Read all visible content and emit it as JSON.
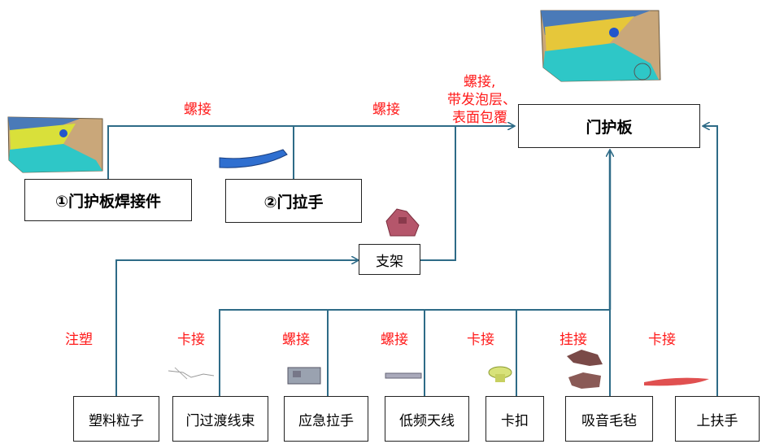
{
  "boxes": {
    "main": "门护板",
    "weld": "①门护板焊接件",
    "handle": "②门拉手",
    "bracket": "支架",
    "pellets": "塑料粒子",
    "harness": "门过渡线束",
    "emergency": "应急拉手",
    "antenna": "低频天线",
    "clip": "卡扣",
    "felt": "吸音毛毡",
    "armrest": "上扶手"
  },
  "labels": {
    "screw1": "螺接",
    "screw2": "螺接",
    "screw_foam_l1": "螺接,",
    "screw_foam_l2": "带发泡层、",
    "screw_foam_l3": "表面包覆",
    "inject": "注塑",
    "clip_harness": "卡接",
    "screw_emergency": "螺接",
    "screw_antenna": "螺接",
    "clip_clip": "卡接",
    "hang_felt": "挂接",
    "clip_armrest": "卡接"
  },
  "colors": {
    "line": "#2e6b87",
    "label": "#ff1a1a"
  }
}
